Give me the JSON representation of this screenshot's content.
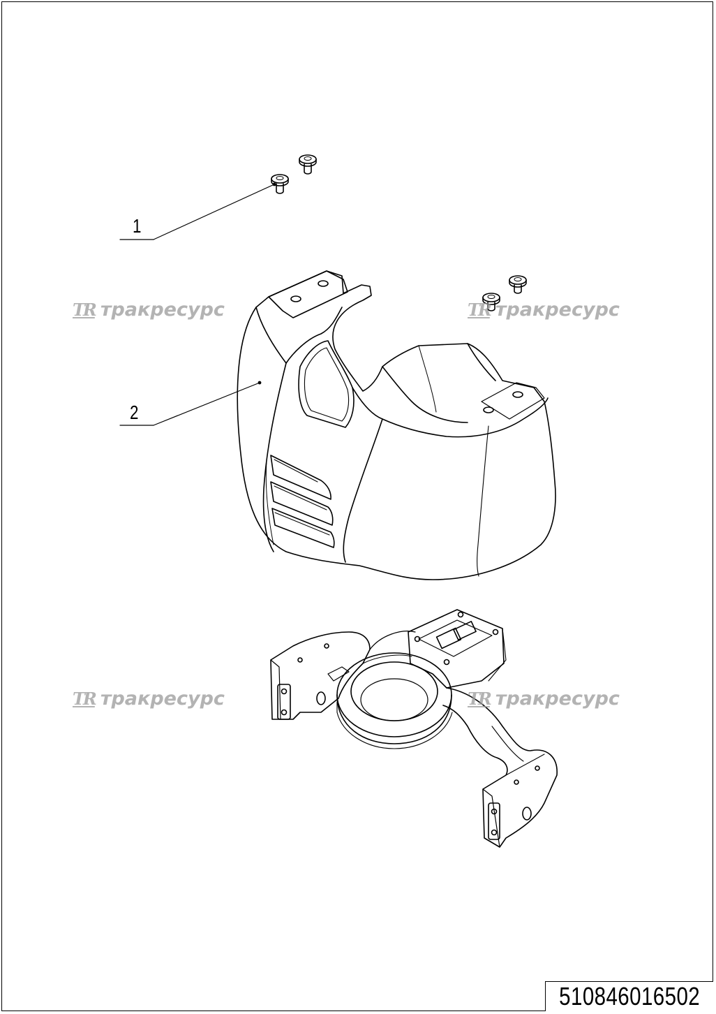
{
  "callouts": [
    {
      "label": "1"
    },
    {
      "label": "2"
    }
  ],
  "watermark": {
    "logo": "TR",
    "text": "тракресурс"
  },
  "document_number": "510846016502",
  "colors": {
    "line": "#000000",
    "watermark": "#9a9a9a",
    "background": "#ffffff"
  }
}
